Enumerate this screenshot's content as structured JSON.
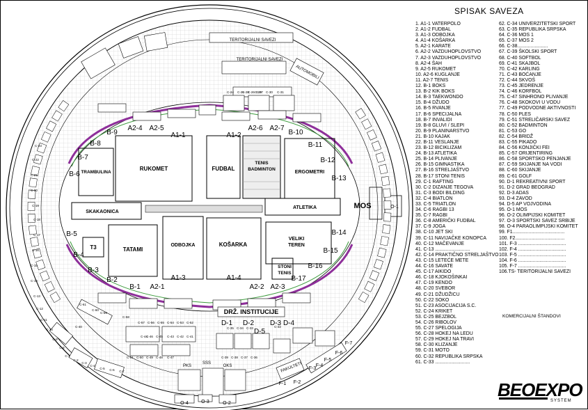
{
  "legend": {
    "title": "SPISAK SAVEZA",
    "col1": [
      "1. A1-1 VATERPOLO",
      "2. A1-2 FUDBAL",
      "3. A1-3 ODBOJKA",
      "4. A1-4 KOŠARKA",
      "5. A2-1 KARATE",
      "6. A2-2 VAZDUHOPLOVSTVO",
      "7. A2-3 VAZDUHOPLOVSTVO",
      "8. A2-4 ŠAH",
      "9. A2-5 RUKOMET",
      "10. A2-6 KUGLANJE",
      "11. A2-7 TENIS",
      "12. B-1 BOKS",
      "13. B-2 KIK BOKS",
      "14. B-3 TAEKWONDO",
      "15. B-4 DŽUDO",
      "16. B-5 RVANJE",
      "17. B-6 SPECIJALNA",
      "18. B-7 INVALIDI",
      "19. B-8 GLUVI / SLEPI",
      "20. B-9 PLANINARSTVO",
      "21. B-10 KAJAK",
      "22. B-11 VESLANJE",
      "23. B-12 BICIKLIZAM",
      "24. B-13 ATLETIKA",
      "25. B-14 PLIVANJE",
      "26. B-15 GIMNASTIKA",
      "27. B-16 STRELJAŠTVO",
      "28. B-17 STONI TENIS",
      "29. C-1 RAFTING",
      "30. C-2 DIZANJE TEGOVA",
      "31. C-3 BODI BILDING",
      "32. C-4 BIATLON",
      "33. C-5 TRIATLON",
      "34. C-6 RAGBI 13",
      "35. C-7 RAGBI",
      "36. C-8 AMERIČKI FUDBAL",
      "37. C-9 JOGA",
      "38. C-10 JET SKI",
      "39. C-11 NAVIJAČKE KONOPCA",
      "40. C-12 MAČEVANJE",
      "41. C-13 ..........................",
      "42. C-14 PRAKTIČNO STRELJAŠTVO",
      "43. C-15 LETEĆE METE",
      "44. C-16 SAVATE",
      "45. C-17 AIKIDO",
      "46. C-18 KJOKOŠINKAI",
      "47. C-19 KENDO",
      "48. C-20 SVEBOR",
      "49. C-21 DŽUDŽICU",
      "50. C-22 SOKO",
      "51. C-23 ASOCIJACIJA S.C.",
      "52. C-24 KRIKET",
      "53. C-25 BEJZBOL",
      "54. C-26 RIBOLOV",
      "55. C-27 SPELOGIJA",
      "56. C-28 HOKEJ NA LEDU",
      "57. C-29 HOKEJ NA TRAVI",
      "58. C-30 KLIZANJE",
      "59. C-31 MOTO",
      "60. C-32 REPUBLIKA SRPSKA",
      "61. C-33 .........................."
    ],
    "col2": [
      "62. C-34 UNIVERZITETSKI SPORT",
      "63. C-35 REPUBLIKA SRPSKA",
      "64. C-36 MOS 1",
      "65. C-37 MOS 2",
      "66. C-38.......................",
      "67. C-39 ŠKOLSKI SPORT",
      "68. C-40 SOFTBOL",
      "69. C-41 SKAJBOL",
      "70. C-42 KARLING",
      "71. C-43 BOĆANJE",
      "72. C-44 SKVOŠ",
      "73. C-45 JEDRENJE",
      "74. C-46 KORFBOL",
      "75. C-47 SINHRONO PLIVANJE",
      "76. C-48 SKOKOVI U VODU",
      "77. C-49 PODVODNE AKTIVNOSTI",
      "78. C-50 PLES",
      "79. C-51 STRELIČARSKI SAVEZ",
      "80. C-52 BADMINTON",
      "81. C-53 GO",
      "82. C-54 BRIDŽ",
      "83. C-55 PIKADO",
      "84. C-56 KONJIČKI FEI",
      "85. C-57 ORIJENTIRING",
      "86. C-58 SPORTSKO PENJANJE",
      "87. C-59 SKIJANJE NA VODI",
      "88. C-60 SKIJANJE",
      "89. C-61 GOLF",
      "90. D-1 REKREATIVNI SPORT",
      "91. D-2 GRAD BEOGRAD",
      "92. D-3 ADAS",
      "93. D-4 ZAVOD",
      "94. D-5 AP VOJVODINA",
      "95. O-1 MOS",
      "96. O-2 OLIMPIJSKI KOMITET",
      "97. O-3 SPORTSKI SAVEZ SRBIJE",
      "98. O-4 PARAOLIMPIJSKI KOMITET",
      "99. F1.......................................",
      "100. F2.....................................",
      "101. F-3 ....................................",
      "102. F-4 ....................................",
      "103. F-5 ....................................",
      "104. F-6 ....................................",
      "105. F-7 ....................................",
      "106.TS- TERITORIJALNI SAVEZI"
    ],
    "komercijalni": "KOMERCIJALNI ŠTANDOVI"
  },
  "logo": {
    "text": "BEOEXPO",
    "sub": "SYSTEM"
  },
  "map": {
    "areas": [
      {
        "id": "tramb",
        "label": "TRAMBULINA"
      },
      {
        "id": "rukomet",
        "label": "RUKOMET"
      },
      {
        "id": "fudbal",
        "label": "FUDBAL"
      },
      {
        "id": "tenis1",
        "label": "TENIS"
      },
      {
        "id": "tenis2",
        "label": "BADMINTON"
      },
      {
        "id": "ergo",
        "label": "ERGOMETRI"
      },
      {
        "id": "skak",
        "label": "SKAKAONICA"
      },
      {
        "id": "atletika",
        "label": "ATLETIKA"
      },
      {
        "id": "t3",
        "label": "T3"
      },
      {
        "id": "tatami",
        "label": "TATAMI"
      },
      {
        "id": "odbojka",
        "label": "ODBOJKA"
      },
      {
        "id": "kosarka",
        "label": "KOŠARKA"
      },
      {
        "id": "veliki1",
        "label": "VELIKI"
      },
      {
        "id": "veliki2",
        "label": "TEREN"
      },
      {
        "id": "stoni1",
        "label": "STONI"
      },
      {
        "id": "stoni2",
        "label": "TENIS"
      },
      {
        "id": "mos",
        "label": "MOS"
      },
      {
        "id": "drz",
        "label": "DRŽ. INSTITUCIJE"
      }
    ],
    "zones": [
      {
        "id": "a1-1",
        "label": "A1-1"
      },
      {
        "id": "a1-2",
        "label": "A1-2"
      },
      {
        "id": "a1-3",
        "label": "A1-3"
      },
      {
        "id": "a1-4",
        "label": "A1-4"
      },
      {
        "id": "a2-1",
        "label": "A2-1"
      },
      {
        "id": "a2-2",
        "label": "A2-2"
      },
      {
        "id": "a2-3",
        "label": "A2-3"
      },
      {
        "id": "a2-4",
        "label": "A2-4"
      },
      {
        "id": "a2-5",
        "label": "A2-5"
      },
      {
        "id": "a2-6",
        "label": "A2-6"
      },
      {
        "id": "a2-7",
        "label": "A2-7"
      },
      {
        "id": "b-1",
        "label": "B-1"
      },
      {
        "id": "b-2",
        "label": "B-2"
      },
      {
        "id": "b-3",
        "label": "B-3"
      },
      {
        "id": "b-4",
        "label": "B-4"
      },
      {
        "id": "b-5",
        "label": "B-5"
      },
      {
        "id": "b-6",
        "label": "B-6"
      },
      {
        "id": "b-7",
        "label": "B-7"
      },
      {
        "id": "b-8",
        "label": "B-8"
      },
      {
        "id": "b-9",
        "label": "B-9"
      },
      {
        "id": "b-10",
        "label": "B-10"
      },
      {
        "id": "b-11",
        "label": "B-11"
      },
      {
        "id": "b-12",
        "label": "B-12"
      },
      {
        "id": "b-13",
        "label": "B-13"
      },
      {
        "id": "b-14",
        "label": "B-14"
      },
      {
        "id": "b-15",
        "label": "B-15"
      },
      {
        "id": "b-16",
        "label": "B-16"
      },
      {
        "id": "b-17",
        "label": "B-17"
      },
      {
        "id": "d-1",
        "label": "D-1"
      },
      {
        "id": "d-2",
        "label": "D-2"
      },
      {
        "id": "d-3",
        "label": "D-3"
      },
      {
        "id": "d-4",
        "label": "D-4"
      },
      {
        "id": "d-5",
        "label": "D-5"
      },
      {
        "id": "o-1",
        "label": "O-1"
      },
      {
        "id": "o-2",
        "label": "O-2"
      },
      {
        "id": "o-3",
        "label": "O-3"
      },
      {
        "id": "o-4",
        "label": "O-4"
      },
      {
        "id": "f-1",
        "label": "F-1"
      },
      {
        "id": "f-2",
        "label": "F-2"
      },
      {
        "id": "f-3",
        "label": "F-3"
      },
      {
        "id": "f-4",
        "label": "F-4"
      },
      {
        "id": "f-5",
        "label": "F-5"
      },
      {
        "id": "f-6",
        "label": "F-6"
      },
      {
        "id": "f-7",
        "label": "F-7"
      }
    ],
    "small": [
      {
        "id": "c24",
        "label": "C-24"
      },
      {
        "id": "c25",
        "label": "C-25"
      },
      {
        "id": "c26",
        "label": "C-26"
      },
      {
        "id": "c27",
        "label": "C-27"
      },
      {
        "id": "c28",
        "label": "C-28"
      },
      {
        "id": "c29",
        "label": "C-29"
      },
      {
        "id": "c30",
        "label": "C-30"
      },
      {
        "id": "c31",
        "label": "C-31"
      },
      {
        "id": "c61",
        "label": "C-61"
      },
      {
        "id": "c60",
        "label": "C-60"
      },
      {
        "id": "c59",
        "label": "C-59"
      },
      {
        "id": "c58",
        "label": "C-58"
      },
      {
        "id": "c57",
        "label": "C-57"
      },
      {
        "id": "c56",
        "label": "C-56"
      },
      {
        "id": "c55",
        "label": "C-55"
      },
      {
        "id": "c54",
        "label": "C-54"
      },
      {
        "id": "c53",
        "label": "C-53"
      },
      {
        "id": "c52",
        "label": "C-52"
      },
      {
        "id": "c46",
        "label": "C-46"
      },
      {
        "id": "c45",
        "label": "C-45"
      },
      {
        "id": "c44",
        "label": "C-44"
      },
      {
        "id": "c43",
        "label": "C-43"
      },
      {
        "id": "c42",
        "label": "C-42"
      },
      {
        "id": "c41",
        "label": "C-41"
      },
      {
        "id": "c40",
        "label": "C-40"
      },
      {
        "id": "c51",
        "label": "C-51"
      },
      {
        "id": "c50",
        "label": "C-50"
      },
      {
        "id": "c49",
        "label": "C-49"
      },
      {
        "id": "c48",
        "label": "C-48"
      },
      {
        "id": "c47",
        "label": "C-47"
      },
      {
        "id": "c39",
        "label": "C-39"
      },
      {
        "id": "c38",
        "label": "C-38"
      },
      {
        "id": "c37",
        "label": "C-37"
      },
      {
        "id": "c36",
        "label": "C-36"
      },
      {
        "id": "c35",
        "label": "C-35"
      },
      {
        "id": "c34",
        "label": "C-34"
      },
      {
        "id": "c33",
        "label": "C-33"
      },
      {
        "id": "c32",
        "label": "C-32"
      },
      {
        "id": "c1",
        "label": "C-1"
      },
      {
        "id": "c2",
        "label": "C-2"
      },
      {
        "id": "c3",
        "label": "C-3"
      },
      {
        "id": "c4",
        "label": "C-4"
      },
      {
        "id": "c5",
        "label": "C-5"
      },
      {
        "id": "c6",
        "label": "C-6"
      },
      {
        "id": "c7",
        "label": "C-7"
      },
      {
        "id": "c8",
        "label": "C-8"
      },
      {
        "id": "c9",
        "label": "C-9"
      },
      {
        "id": "c10",
        "label": "C-10"
      },
      {
        "id": "c11",
        "label": "C-11"
      },
      {
        "id": "c12",
        "label": "C-12"
      },
      {
        "id": "c13",
        "label": "C-13"
      },
      {
        "id": "c14",
        "label": "C-14"
      },
      {
        "id": "c15",
        "label": "C-15"
      },
      {
        "id": "c16",
        "label": "C-16"
      },
      {
        "id": "c17",
        "label": "C-17"
      },
      {
        "id": "c18",
        "label": "C-18"
      },
      {
        "id": "c19",
        "label": "C-19"
      },
      {
        "id": "c20",
        "label": "C-20"
      },
      {
        "id": "c21",
        "label": "C-21"
      },
      {
        "id": "c22",
        "label": "C-22"
      },
      {
        "id": "c23",
        "label": "C-23"
      }
    ],
    "ext": [
      {
        "id": "ts1",
        "label": "TERITORIJALNI SAVEZI"
      },
      {
        "id": "ts2",
        "label": "TERITORIJALNI SAVEZI"
      },
      {
        "id": "auto",
        "label": "AUTOMOBILI"
      },
      {
        "id": "fak",
        "label": "FAKULTETI"
      },
      {
        "id": "pks",
        "label": "PKS"
      },
      {
        "id": "sss",
        "label": "SSS"
      },
      {
        "id": "oks",
        "label": "OKS"
      }
    ]
  }
}
